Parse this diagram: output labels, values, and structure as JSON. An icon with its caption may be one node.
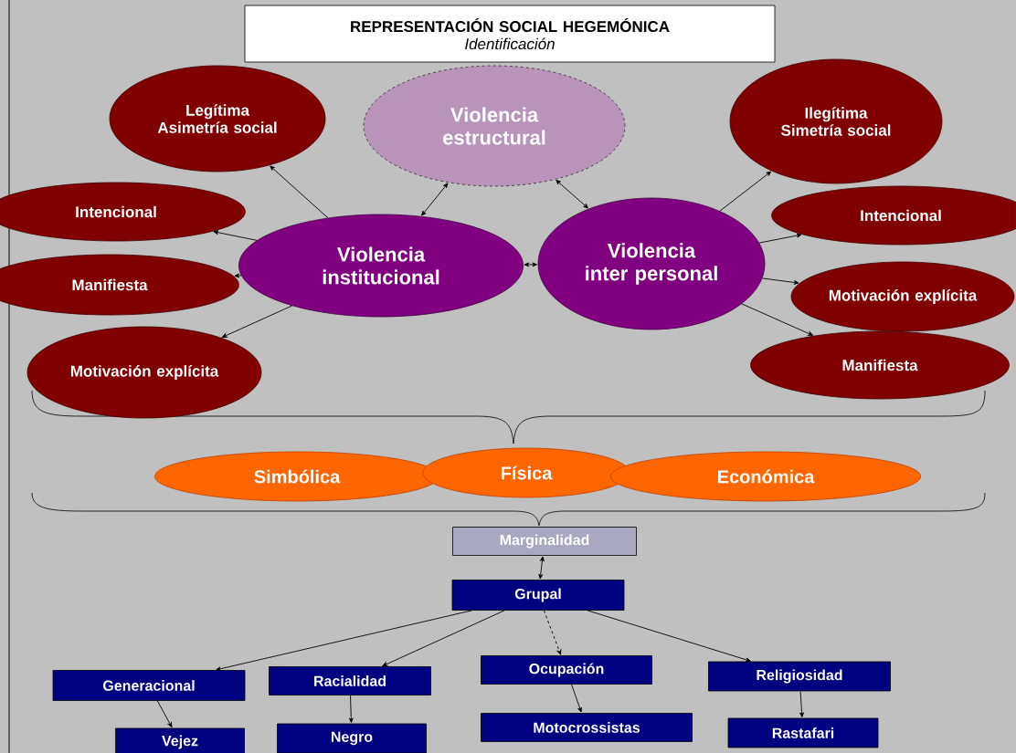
{
  "diagram": {
    "nodes": [
      {
        "text": [
          "REPRESENTACIÓN SOCIAL HEGEMÓNICA",
          "Identificación"
        ]
      },
      {
        "text": [
          "Legítima Asimetría social"
        ]
      },
      {
        "text": [
          "Violencia estructural"
        ]
      },
      {
        "text": [
          "Ilegítima Simetría social"
        ]
      },
      {
        "text": [
          "Intencional"
        ]
      },
      {
        "text": [
          "Violencia institucional"
        ]
      },
      {
        "text": [
          "Violencia inter personal"
        ]
      },
      {
        "text": [
          "Intencional"
        ]
      },
      {
        "text": [
          "Manifiesta"
        ]
      },
      {
        "text": [
          "Motivación explícita"
        ]
      },
      {
        "text": [
          "Motivación explícita"
        ]
      },
      {
        "text": [
          "Manifiesta"
        ]
      },
      {
        "text": [
          "Simbólica"
        ]
      },
      {
        "text": [
          "Física"
        ]
      },
      {
        "text": [
          "Económica"
        ]
      },
      {
        "text": [
          "Marginalidad"
        ]
      },
      {
        "text": [
          "Grupal"
        ]
      },
      {
        "text": [
          "Generacional"
        ]
      },
      {
        "text": [
          "Racialidad"
        ]
      },
      {
        "text": [
          "Ocupación"
        ]
      },
      {
        "text": [
          "Religiosidad"
        ]
      },
      {
        "text": [
          "Vejez"
        ]
      },
      {
        "text": [
          "Negro"
        ]
      },
      {
        "text": [
          "Motocrossistas"
        ]
      },
      {
        "text": [
          "Rastafari"
        ]
      }
    ],
    "edges": [
      {
        "from": 5,
        "to": 1,
        "arrow": "to"
      },
      {
        "from": 5,
        "to": 2,
        "arrow": "both"
      },
      {
        "from": 6,
        "to": 2,
        "arrow": "both"
      },
      {
        "from": 5,
        "to": 4,
        "arrow": "to"
      },
      {
        "from": 5,
        "to": 8,
        "arrow": "to"
      },
      {
        "from": 5,
        "to": 10,
        "arrow": "to"
      },
      {
        "from": 5,
        "to": 6,
        "arrow": "both"
      },
      {
        "from": 6,
        "to": 3,
        "arrow": "to"
      },
      {
        "from": 6,
        "to": 7,
        "arrow": "to"
      },
      {
        "from": 6,
        "to": 9,
        "arrow": "to"
      },
      {
        "from": 6,
        "to": 11,
        "arrow": "to"
      },
      {
        "from": 15,
        "to": 16,
        "arrow": "both"
      },
      {
        "from": 16,
        "to": 17,
        "arrow": "to"
      },
      {
        "from": 16,
        "to": 18,
        "arrow": "to"
      },
      {
        "from": 16,
        "to": 19,
        "arrow": "to",
        "style": "dashed"
      },
      {
        "from": 16,
        "to": 20,
        "arrow": "to"
      },
      {
        "from": 17,
        "to": 21,
        "arrow": "to"
      },
      {
        "from": 18,
        "to": 22,
        "arrow": "to"
      },
      {
        "from": 19,
        "to": 23,
        "arrow": "to"
      },
      {
        "from": 20,
        "to": 24,
        "arrow": "to"
      }
    ]
  }
}
